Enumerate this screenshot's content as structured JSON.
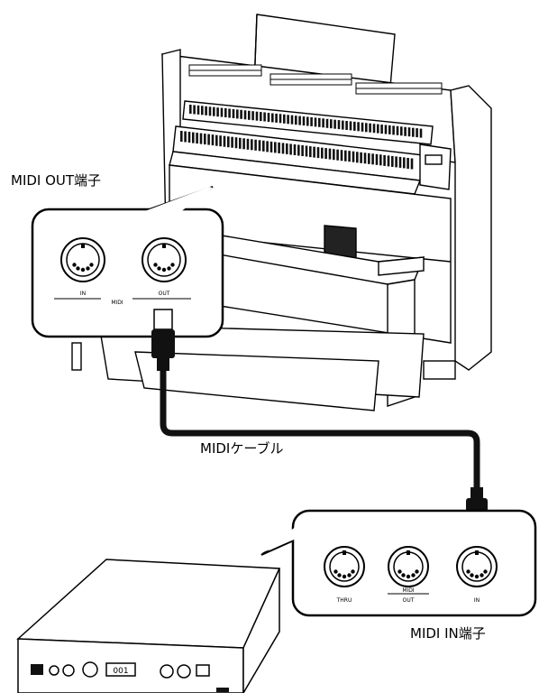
{
  "labels": {
    "midi_out_terminal": "MIDI OUT端子",
    "midi_in_terminal": "MIDI IN端子",
    "midi_cable": "MIDIケーブル"
  },
  "organ_panel": {
    "port_in": "IN",
    "port_out": "OUT",
    "group": "MIDI"
  },
  "module_panel": {
    "port_thru": "THRU",
    "port_out": "OUT",
    "port_in": "IN",
    "group": "MIDI"
  },
  "module_front": {
    "display": "001"
  }
}
